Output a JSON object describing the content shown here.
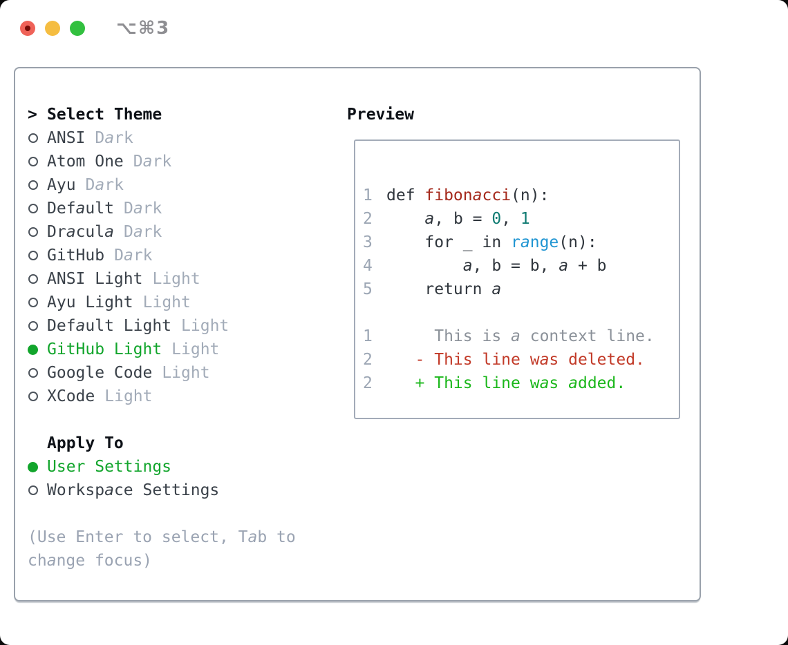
{
  "window": {
    "shortcut_title": "⌥⌘3"
  },
  "left": {
    "prompt": ">",
    "title": "Select Theme",
    "themes": [
      {
        "name": "ANSI",
        "variant": "Dark",
        "selected": false
      },
      {
        "name": "Atom One",
        "variant": "Dark",
        "selected": false
      },
      {
        "name": "Ayu",
        "variant": "Dark",
        "selected": false
      },
      {
        "name": "Default",
        "variant": "Dark",
        "selected": false
      },
      {
        "name": "Dracula",
        "variant": "Dark",
        "selected": false
      },
      {
        "name": "GitHub",
        "variant": "Dark",
        "selected": false
      },
      {
        "name": "ANSI Light",
        "variant": "Light",
        "selected": false
      },
      {
        "name": "Ayu Light",
        "variant": "Light",
        "selected": false
      },
      {
        "name": "Default Light",
        "variant": "Light",
        "selected": false
      },
      {
        "name": "GitHub Light",
        "variant": "Light",
        "selected": true
      },
      {
        "name": "Google Code",
        "variant": "Light",
        "selected": false
      },
      {
        "name": "XCode",
        "variant": "Light",
        "selected": false
      }
    ],
    "apply_to": {
      "title": "Apply To",
      "options": [
        {
          "label": "User Settings",
          "selected": true
        },
        {
          "label": "Workspace Settings",
          "selected": false
        }
      ]
    },
    "hint": "(Use Enter to select, Tab to change focus)"
  },
  "preview": {
    "title": "Preview",
    "lines": [
      {
        "num": "1",
        "segments": [
          {
            "text": "def ",
            "color": "code"
          },
          {
            "text": "fibonacci",
            "color": "function"
          },
          {
            "text": "(n):",
            "color": "code"
          }
        ]
      },
      {
        "num": "2",
        "segments": [
          {
            "text": "    a, b = ",
            "color": "code"
          },
          {
            "text": "0",
            "color": "number"
          },
          {
            "text": ", ",
            "color": "code"
          },
          {
            "text": "1",
            "color": "number"
          }
        ]
      },
      {
        "num": "3",
        "segments": [
          {
            "text": "    for _ in ",
            "color": "code"
          },
          {
            "text": "range",
            "color": "builtin"
          },
          {
            "text": "(n):",
            "color": "code"
          }
        ]
      },
      {
        "num": "4",
        "segments": [
          {
            "text": "        a, b = b, a + b",
            "color": "code"
          }
        ]
      },
      {
        "num": "5",
        "segments": [
          {
            "text": "    return a",
            "color": "code"
          }
        ]
      },
      {
        "num": "",
        "segments": []
      },
      {
        "num": "1",
        "segments": [
          {
            "text": "     This is a context line.",
            "color": "context"
          }
        ]
      },
      {
        "num": "2",
        "segments": [
          {
            "text": "   - This line was deleted.",
            "color": "deleted"
          }
        ]
      },
      {
        "num": "2",
        "segments": [
          {
            "text": "   + This line was added.",
            "color": "added"
          }
        ]
      }
    ]
  },
  "colors": {
    "accent_green": "#12a52c",
    "added": "#1bb71b",
    "deleted": "#c23a28",
    "function_red": "#a52a1d",
    "number_teal": "#0f7b72",
    "builtin_blue": "#2095d2",
    "code_text": "#2f353c",
    "line_number": "#9ca6b4",
    "context_gray": "#8b9199",
    "item_text": "#3a4149",
    "variant_tag": "#a2abb8",
    "heading_text": "#0d1117",
    "hint_text": "#9aa3b2",
    "radio_ring": "#4d545c",
    "panel_border": "#99a1ab",
    "preview_border": "#a3abb8",
    "titlebar_text": "#8e8e92",
    "traffic_red": "#ef6258",
    "traffic_red_dot": "#750b06",
    "traffic_yellow": "#f5bd41",
    "traffic_green": "#32c03f"
  }
}
